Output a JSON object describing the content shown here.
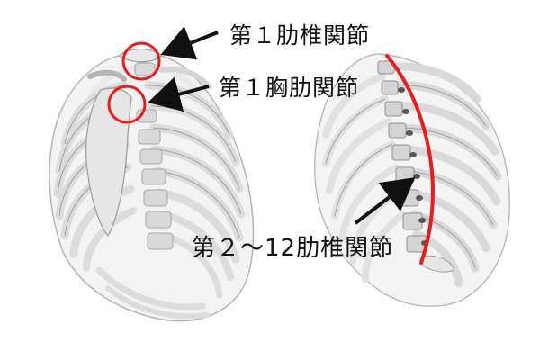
{
  "labels": {
    "first_costovertebral": "第１肋椎関節",
    "first_sternocostal": "第１胸肋関節",
    "second_to_twelfth_costovertebral": "第２～12肋椎関節"
  },
  "colors": {
    "bone": "#ececec",
    "bone_outline": "#a9a9a9",
    "bone_shadow": "#cfcfcf",
    "highlight": "#e81c1c",
    "arrow": "#111111",
    "background": "#ffffff"
  },
  "icons": {
    "marker_shape": "circle-outline",
    "pointer": "arrow"
  }
}
